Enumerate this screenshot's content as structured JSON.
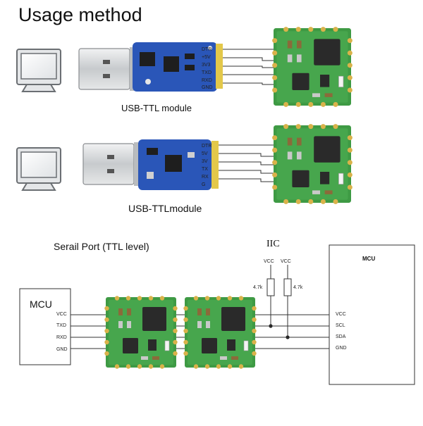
{
  "title": "Usage method",
  "adapters": [
    {
      "caption": "USB-TTL module",
      "pins": [
        "DTR",
        "+5V",
        "3V3",
        "TXD",
        "RXD",
        "GND"
      ]
    },
    {
      "caption": "USB-TTLmodule",
      "pins": [
        "DTR",
        "5V",
        "3V",
        "TX",
        "RX",
        "G"
      ]
    }
  ],
  "serial": {
    "caption": "Serail Port (TTL level)",
    "mcu_label": "MCU",
    "pins": [
      "VCC",
      "TXD",
      "RXD",
      "GND"
    ]
  },
  "iic": {
    "caption": "IIC",
    "vcc_labels": [
      "VCC",
      "VCC"
    ],
    "resistor_labels": [
      "4.7k",
      "4.7k"
    ],
    "mcu_label": "MCU",
    "pins": [
      "VCC",
      "SCL",
      "SDA",
      "GND"
    ]
  },
  "colors": {
    "pcb_green": "#3e9a44",
    "pcb_dark": "#2b7a32",
    "chip": "#2a2a2a",
    "gold": "#d9b24a",
    "usb_blue": "#2a56b8",
    "usb_metal": "#cfd2d6",
    "wire": "#333333"
  },
  "icons": [
    "computer-monitor-icon",
    "usb-plug-icon",
    "sensor-module-icon"
  ]
}
